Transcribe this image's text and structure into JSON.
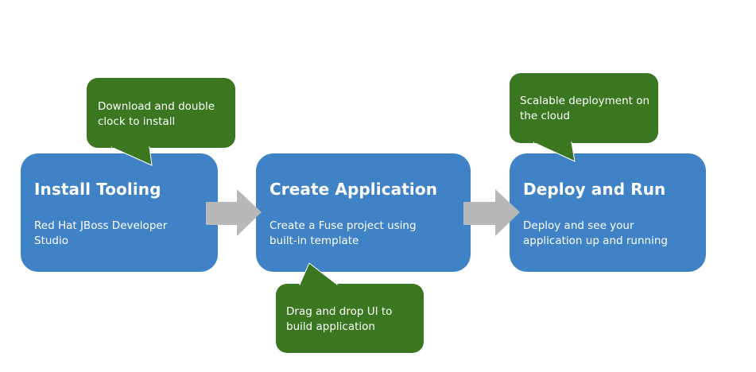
{
  "colors": {
    "step_fill": "#3F82C5",
    "callout_fill": "#3A7720",
    "arrow_fill": "#B8B8B8",
    "text": "#FFFFFF",
    "background": "#FFFFFF"
  },
  "steps": [
    {
      "title": "Install Tooling",
      "description": "Red Hat JBoss Developer Studio"
    },
    {
      "title": "Create Application",
      "description": "Create a Fuse project using built-in template"
    },
    {
      "title": "Deploy and Run",
      "description": "Deploy and see your application up and running"
    }
  ],
  "callouts": [
    {
      "attached_to": "Install Tooling",
      "text": "Download and double clock to install"
    },
    {
      "attached_to": "Create Application",
      "text": "Drag and drop UI to build application"
    },
    {
      "attached_to": "Deploy and Run",
      "text": "Scalable deployment on the cloud"
    }
  ],
  "connectors": [
    {
      "from": "Install Tooling",
      "to": "Create Application",
      "icon": "right-arrow-icon"
    },
    {
      "from": "Create Application",
      "to": "Deploy and Run",
      "icon": "right-arrow-icon"
    }
  ]
}
